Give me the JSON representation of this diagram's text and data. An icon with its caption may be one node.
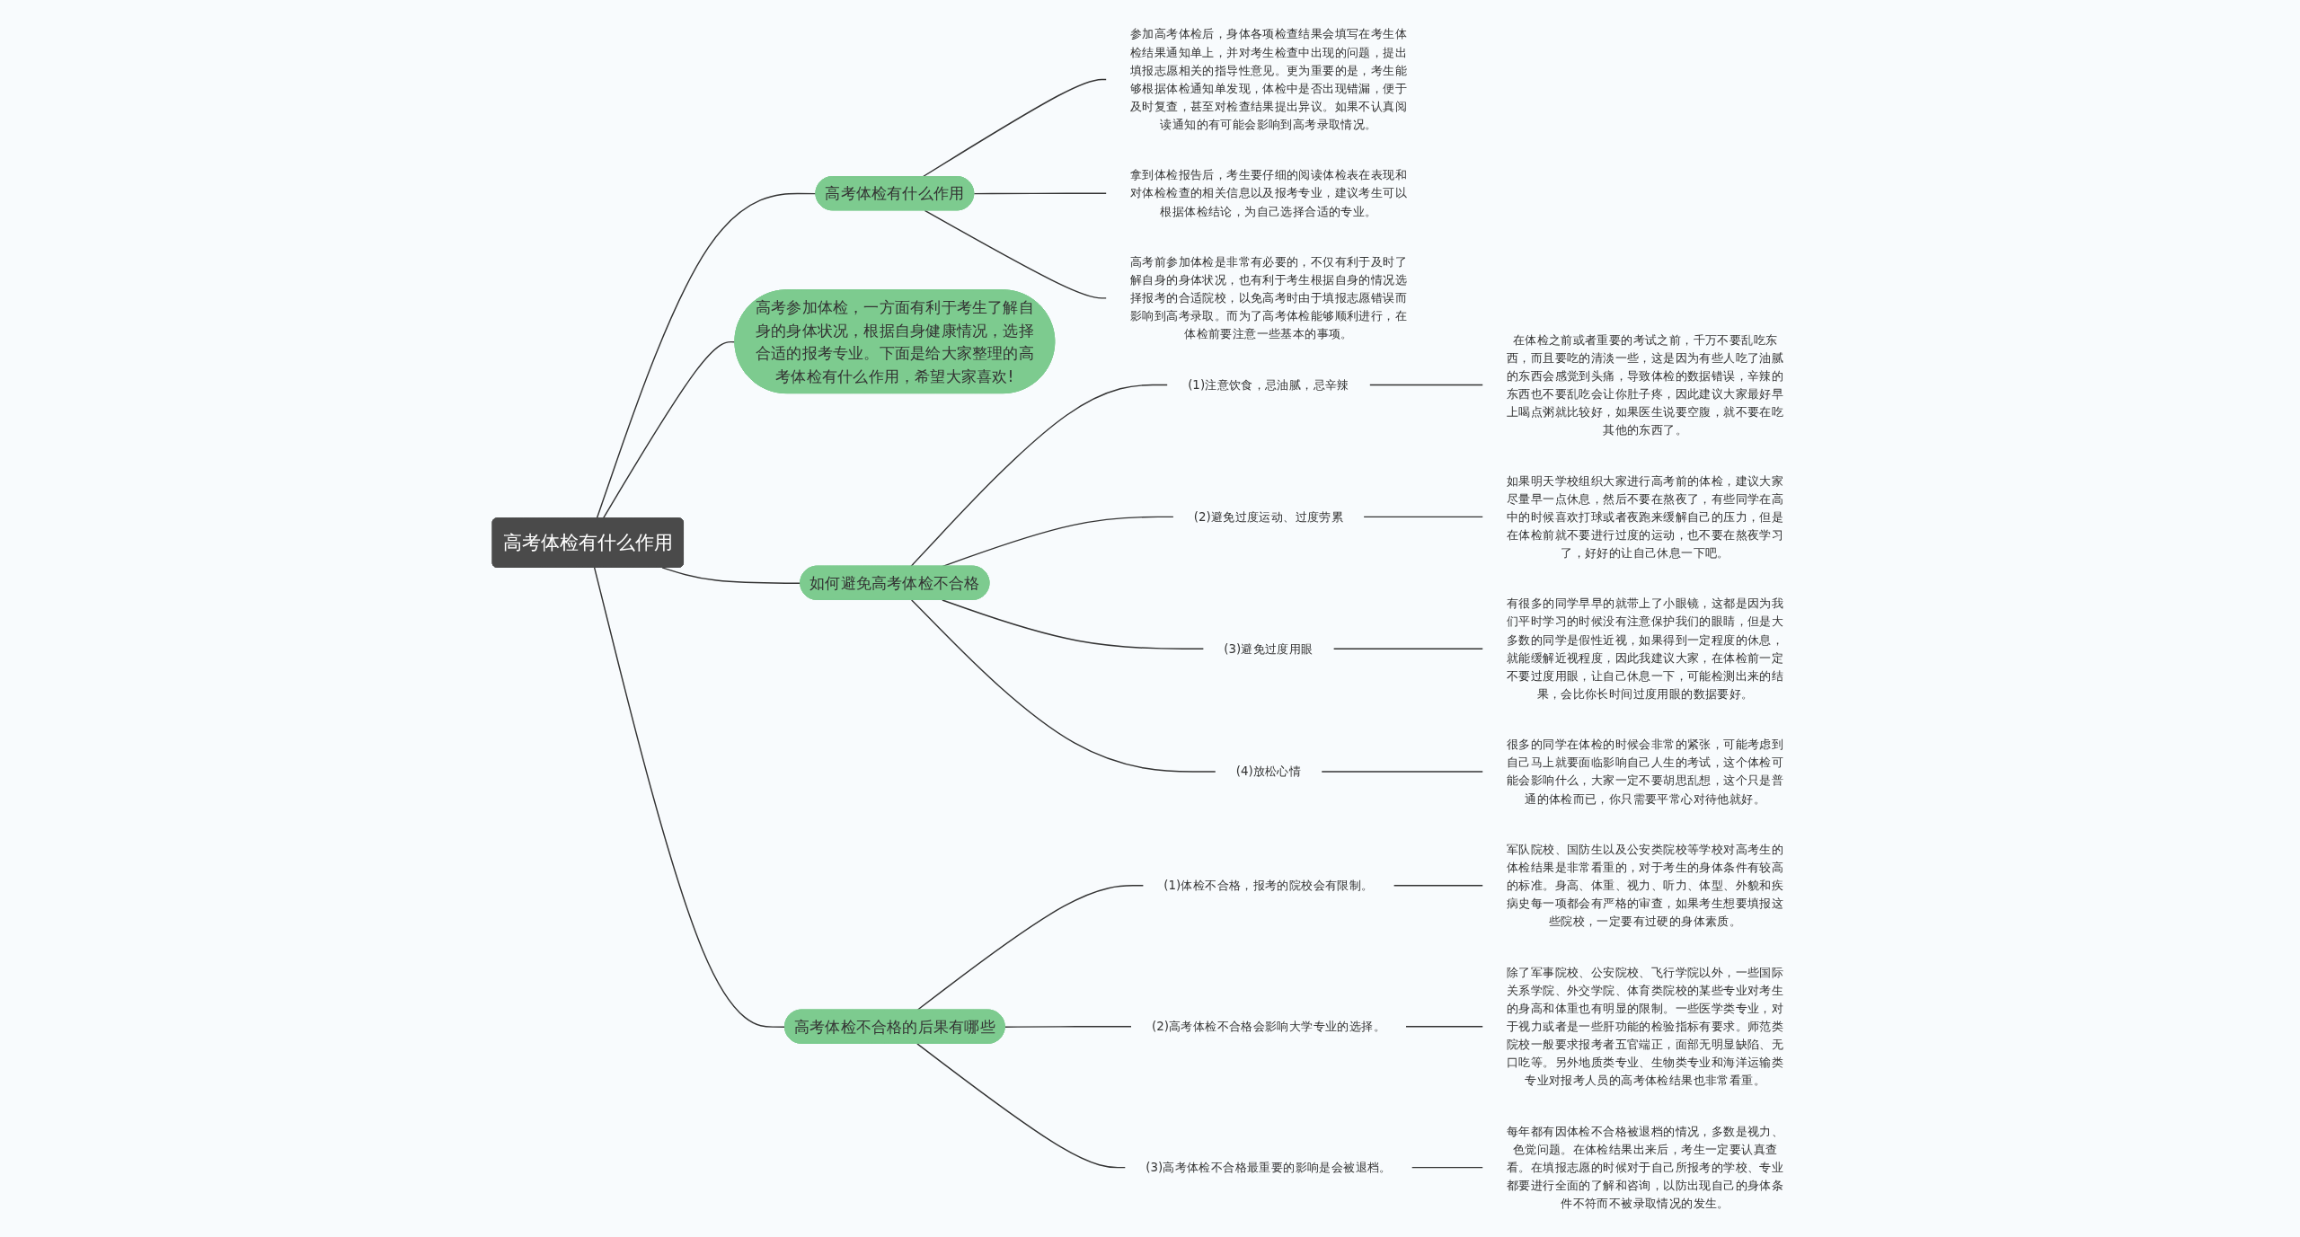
{
  "diagram": {
    "nodes": [
      {
        "text": [
          "高考体检有什么作用"
        ]
      },
      {
        "text": [
          "高考体检有什么作用"
        ]
      },
      {
        "text": [
          "参加高考体检后，身体各项检查结果会填写在考生体检结果通知单上，并对考生检查中出现的问题，提出填报志愿相关的指导性意见。更为重要的是，考生能够根据体检通知单发现，体检中是否出现错漏，便于及时复查，甚至对检查结果提出异议。如果不认真阅读通知的有可能会影响到高考录取情况。"
        ]
      },
      {
        "text": [
          "拿到体检报告后，考生要仔细的阅读体检表在表现和对体检检查的相关信息以及报考专业，建议考生可以根据体检结论，为自己选择合适的专业。"
        ]
      },
      {
        "text": [
          "高考前参加体检是非常有必要的，不仅有利于及时了解自身的身体状况，也有利于考生根据自身的情况选择报考的合适院校，以免高考时由于填报志愿错误而影响到高考录取。而为了高考体检能够顺利进行，在体检前要注意一些基本的事项。"
        ]
      },
      {
        "text": [
          "高考参加体检，一方面有利于考生了解自身的身体状况，根据自身健康情况，选择合适的报考专业。下面是给大家整理的高考体检有什么作用，希望大家喜欢!"
        ]
      },
      {
        "text": [
          "如何避免高考体检不合格"
        ]
      },
      {
        "text": [
          "(1)注意饮食，忌油腻，忌辛辣"
        ]
      },
      {
        "text": [
          "在体检之前或者重要的考试之前，千万不要乱吃东西，而且要吃的清淡一些，这是因为有些人吃了油腻的东西会感觉到头痛，导致体检的数据错误，辛辣的东西也不要乱吃会让你肚子疼，因此建议大家最好早上喝点粥就比较好，如果医生说要空腹，就不要在吃其他的东西了。"
        ]
      },
      {
        "text": [
          "(2)避免过度运动、过度劳累"
        ]
      },
      {
        "text": [
          "如果明天学校组织大家进行高考前的体检，建议大家尽量早一点休息，然后不要在熬夜了，有些同学在高中的时候喜欢打球或者夜跑来缓解自己的压力，但是在体检前就不要进行过度的运动，也不要在熬夜学习了，好好的让自己休息一下吧。"
        ]
      },
      {
        "text": [
          "(3)避免过度用眼"
        ]
      },
      {
        "text": [
          "有很多的同学早早的就带上了小眼镜，这都是因为我们平时学习的时候没有注意保护我们的眼睛，但是大多数的同学是假性近视，如果得到一定程度的休息，就能缓解近视程度，因此我建议大家，在体检前一定不要过度用眼，让自己休息一下，可能检测出来的结果，会比你长时间过度用眼的数据要好。"
        ]
      },
      {
        "text": [
          "(4)放松心情"
        ]
      },
      {
        "text": [
          "很多的同学在体检的时候会非常的紧张，可能考虑到自己马上就要面临影响自己人生的考试，这个体检可能会影响什么，大家一定不要胡思乱想，这个只是普通的体检而已，你只需要平常心对待他就好。"
        ]
      },
      {
        "text": [
          "高考体检不合格的后果有哪些"
        ]
      },
      {
        "text": [
          "(1)体检不合格，报考的院校会有限制。"
        ]
      },
      {
        "text": [
          "军队院校、国防生以及公安类院校等学校对高考生的体检结果是非常看重的，对于考生的身体条件有较高的标准。身高、体重、视力、听力、体型、外貌和疾病史每一项都会有严格的审查，如果考生想要填报这些院校，一定要有过硬的身体素质。"
        ]
      },
      {
        "text": [
          "(2)高考体检不合格会影响大学专业的选择。"
        ]
      },
      {
        "text": [
          "除了军事院校、公安院校、飞行学院以外，一些国际关系学院、外交学院、体育类院校的某些专业对考生的身高和体重也有明显的限制。一些医学类专业，对于视力或者是一些肝功能的检验指标有要求。师范类院校一般要求报考者五官端正，面部无明显缺陷、无口吃等。另外地质类专业、生物类专业和海洋运输类专业对报考人员的高考体检结果也非常看重。"
        ]
      },
      {
        "text": [
          "(3)高考体检不合格最重要的影响是会被退档。"
        ]
      },
      {
        "text": [
          "每年都有因体检不合格被退档的情况，多数是视力、色觉问题。在体检结果出来后，考生一定要认真查看。在填报志愿的时候对于自己所报考的学校、专业都要进行全面的了解和咨询，以防出现自己的身体条件不符而不被录取情况的发生。"
        ]
      }
    ],
    "edges": [
      {
        "from": 0,
        "to": 1,
        "arrow": "none"
      },
      {
        "from": 1,
        "to": 2,
        "arrow": "none"
      },
      {
        "from": 1,
        "to": 3,
        "arrow": "none"
      },
      {
        "from": 1,
        "to": 4,
        "arrow": "none"
      },
      {
        "from": 0,
        "to": 5,
        "arrow": "none"
      },
      {
        "from": 0,
        "to": 6,
        "arrow": "none"
      },
      {
        "from": 6,
        "to": 7,
        "arrow": "none"
      },
      {
        "from": 7,
        "to": 8,
        "arrow": "none"
      },
      {
        "from": 6,
        "to": 9,
        "arrow": "none"
      },
      {
        "from": 9,
        "to": 10,
        "arrow": "none"
      },
      {
        "from": 6,
        "to": 11,
        "arrow": "none"
      },
      {
        "from": 11,
        "to": 12,
        "arrow": "none"
      },
      {
        "from": 6,
        "to": 13,
        "arrow": "none"
      },
      {
        "from": 13,
        "to": 14,
        "arrow": "none"
      },
      {
        "from": 0,
        "to": 15,
        "arrow": "none"
      },
      {
        "from": 15,
        "to": 16,
        "arrow": "none"
      },
      {
        "from": 16,
        "to": 17,
        "arrow": "none"
      },
      {
        "from": 15,
        "to": 18,
        "arrow": "none"
      },
      {
        "from": 18,
        "to": 19,
        "arrow": "none"
      },
      {
        "from": 15,
        "to": 20,
        "arrow": "none"
      },
      {
        "from": 20,
        "to": 21,
        "arrow": "none"
      }
    ]
  }
}
